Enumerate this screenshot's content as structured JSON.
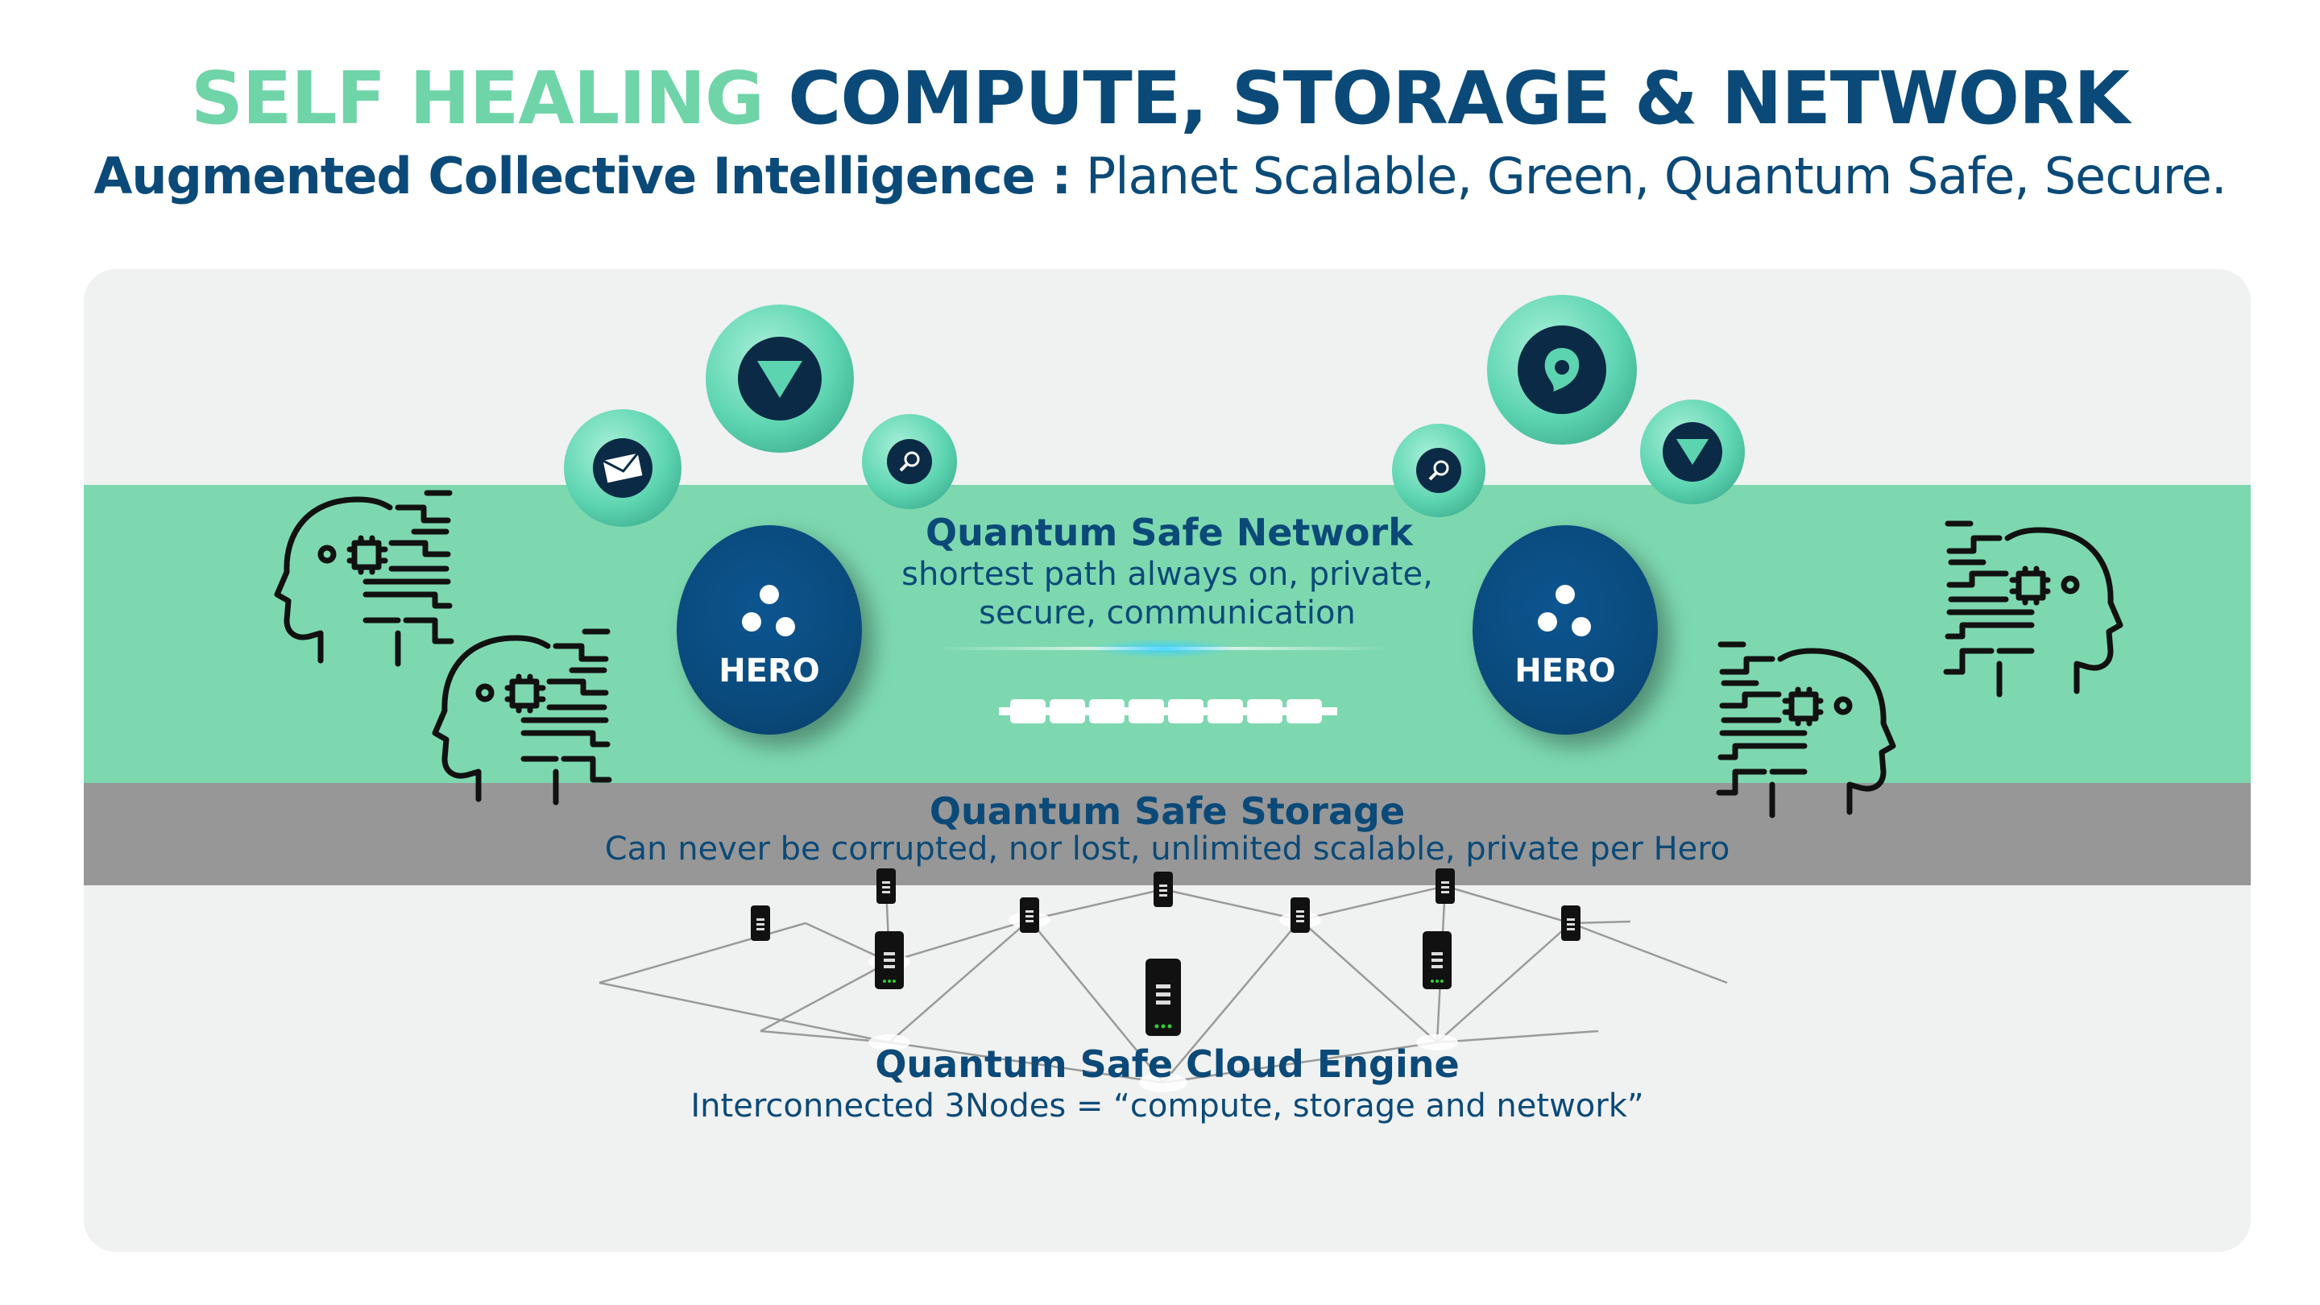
{
  "header": {
    "title_accent": "SELF HEALING",
    "title_main": "COMPUTE, STORAGE & NETWORK",
    "subtitle_bold": "Augmented Collective Intelligence :",
    "subtitle_rest": "Planet Scalable, Green, Quantum Safe, Secure."
  },
  "network": {
    "title": "Quantum Safe Network",
    "desc_line1": "shortest path always on, private,",
    "desc_line2": "secure, communication"
  },
  "storage": {
    "title": "Quantum Safe Storage",
    "desc": "Can never be corrupted, nor lost, unlimited scalable, private per Hero"
  },
  "cloud": {
    "title": "Quantum Safe Cloud Engine",
    "desc": "Interconnected 3Nodes = “compute, storage and network”"
  },
  "heroes": [
    {
      "label": "HERO"
    },
    {
      "label": "HERO"
    }
  ],
  "icons": {
    "bubbles": [
      "mail-icon",
      "triangle-down-icon",
      "search-icon",
      "search-icon",
      "location-pin-icon",
      "triangle-down-icon"
    ],
    "people": [
      "ai-head-icon",
      "ai-head-icon",
      "ai-head-icon",
      "ai-head-icon"
    ],
    "nodes": "server-node-icon"
  },
  "colors": {
    "navy": "#0b4a78",
    "mint": "#6fd4a8",
    "band_green": "#7dd8b0",
    "band_grey": "#979797",
    "panel": "#f0f1f1"
  }
}
